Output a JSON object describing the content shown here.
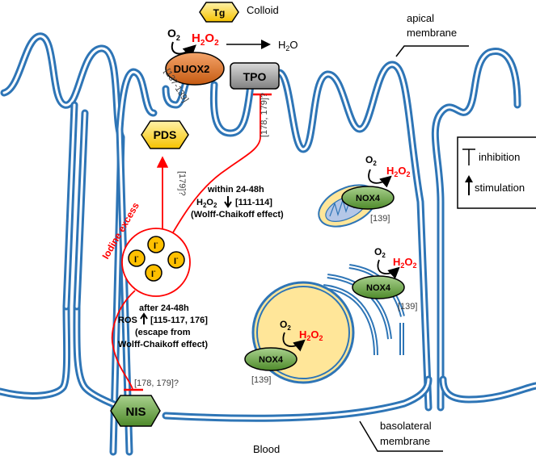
{
  "regions": {
    "colloid": "Colloid",
    "blood": "Blood",
    "apical_membrane": [
      "apical",
      "membrane"
    ],
    "basolateral_membrane": [
      "basolateral",
      "membrane"
    ]
  },
  "proteins": {
    "tg": "Tg",
    "duox2": "DUOX2",
    "tpo": "TPO",
    "pds": "PDS",
    "nis": "NIS",
    "nox4": "NOX4"
  },
  "colors": {
    "membrane": "#2e75b6",
    "duox2": "#e07a3a",
    "tpo": "#a6a6a6",
    "hexagon_yellow": "#ffd966",
    "green": "#70ad47",
    "inhibition": "#ff0000",
    "h2o2": "#ff0000",
    "nucleus": "#ffe699"
  },
  "reaction": {
    "o2": "O",
    "o2_sub": "2",
    "h2o2_h": "H",
    "h2o2_sub1": "2",
    "h2o2_o": "O",
    "h2o2_sub2": "2",
    "h2o_h": "H",
    "h2o_sub": "2",
    "h2o_o": "O"
  },
  "refs": {
    "duox2": "[137-139]",
    "tpo_inhibition": "[178, 179]?",
    "pds": "[179]?",
    "nis_inhibition": "[178, 179]?",
    "nox4_mito": "[139]",
    "nox4_er": "[139]",
    "nox4_nucleus": "[139]"
  },
  "iodine": {
    "label": "Iodine excess",
    "ion": "I",
    "charge": "-"
  },
  "annotations": {
    "within": {
      "line1": "within 24-48h",
      "line2_ref": "[111-114]",
      "line3": "(Wolff-Chaikoff effect)"
    },
    "after": {
      "line1": "after 24-48h",
      "line2_prefix": "ROS",
      "line2_ref": "[115-117, 176]",
      "line3": "(escape from",
      "line4": "Wolff-Chaikoff effect)"
    }
  },
  "legend": {
    "inhibition": "inhibition",
    "stimulation": "stimulation"
  }
}
